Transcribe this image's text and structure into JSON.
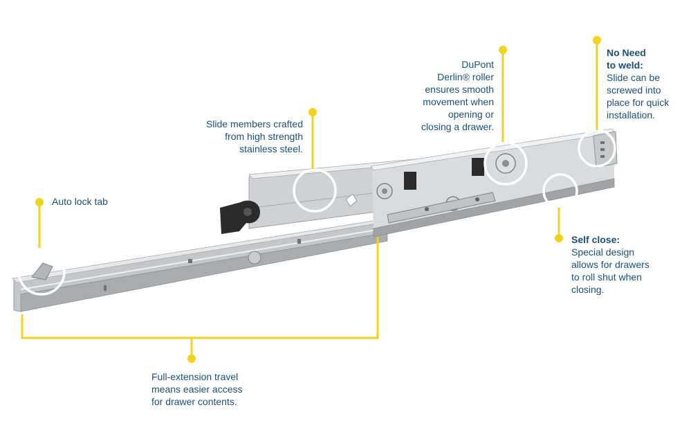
{
  "colors": {
    "callout_line": "#f2d21b",
    "callout_text": "#1b4f7a",
    "highlight_circle": "#ffffff",
    "steel_light": "#d9dcdf",
    "steel_mid": "#b6babd",
    "steel_dark": "#8c9093",
    "plastic": "#2b2b2b"
  },
  "callouts": {
    "auto_lock": {
      "lines": [
        "Auto lock tab"
      ]
    },
    "slide_members": {
      "lines": [
        "Slide members crafted",
        "from high strength",
        "stainless steel."
      ]
    },
    "dupont_roller": {
      "lines": [
        "DuPont",
        "Derlin® roller",
        "ensures smooth",
        "movement when",
        "opening or",
        "closing a drawer."
      ]
    },
    "no_weld": {
      "heading": [
        "No Need",
        "to weld:"
      ],
      "lines": [
        "Slide can be",
        "screwed into",
        "place for quick",
        "installation."
      ]
    },
    "self_close": {
      "heading": "Self close:",
      "lines": [
        "Special design",
        "allows for drawers",
        "to roll shut when",
        "closing."
      ]
    },
    "full_extension": {
      "lines": [
        "Full-extension travel",
        "means easier access",
        "for drawer contents."
      ]
    }
  }
}
